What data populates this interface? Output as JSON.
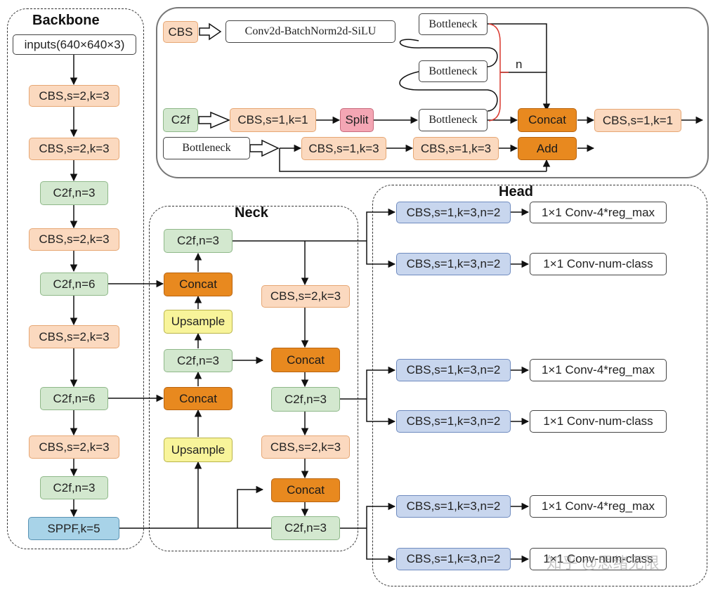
{
  "backbone": {
    "title": "Backbone",
    "input": "inputs(640×640×3)",
    "b1": "CBS,s=2,k=3",
    "b2": "CBS,s=2,k=3",
    "b3": "C2f,n=3",
    "b4": "CBS,s=2,k=3",
    "b5": "C2f,n=6",
    "b6": "CBS,s=2,k=3",
    "b7": "C2f,n=6",
    "b8": "CBS,s=2,k=3",
    "b9": "C2f,n=3",
    "sppf": "SPPF,k=5"
  },
  "neck": {
    "title": "Neck",
    "l_c2f_top": "C2f,n=3",
    "l_concat1": "Concat",
    "l_ups1": "Upsample",
    "l_c2f_mid": "C2f,n=3",
    "l_concat2": "Concat",
    "l_ups2": "Upsample",
    "r_cbs1": "CBS,s=2,k=3",
    "r_concat1": "Concat",
    "r_c2f1": "C2f,n=3",
    "r_cbs2": "CBS,s=2,k=3",
    "r_concat2": "Concat",
    "r_c2f2": "C2f,n=3"
  },
  "head": {
    "title": "Head",
    "branches": [
      {
        "cbs": "CBS,s=1,k=3,n=2",
        "out": "1×1 Conv-4*reg_max"
      },
      {
        "cbs": "CBS,s=1,k=3,n=2",
        "out": "1×1 Conv-num-class"
      },
      {
        "cbs": "CBS,s=1,k=3,n=2",
        "out": "1×1 Conv-4*reg_max"
      },
      {
        "cbs": "CBS,s=1,k=3,n=2",
        "out": "1×1 Conv-num-class"
      },
      {
        "cbs": "CBS,s=1,k=3,n=2",
        "out": "1×1 Conv-4*reg_max"
      },
      {
        "cbs": "CBS,s=1,k=3,n=2",
        "out": "1×1 Conv-num-class"
      }
    ]
  },
  "legend": {
    "cbs": "CBS",
    "cbs_def": "Conv2d-BatchNorm2d-SiLU",
    "c2f": "C2f",
    "c2f_cbs1": "CBS,s=1,k=1",
    "split": "Split",
    "bottleneck1": "Bottleneck",
    "bottleneck2": "Bottleneck",
    "bottleneck3": "Bottleneck",
    "n_label": "n",
    "concat": "Concat",
    "c2f_cbs2": "CBS,s=1,k=1",
    "bottleneck": "Bottleneck",
    "bn_cbs1": "CBS,s=1,k=3",
    "bn_cbs2": "CBS,s=1,k=3",
    "add": "Add"
  },
  "watermark": "知乎 @思绪无限"
}
